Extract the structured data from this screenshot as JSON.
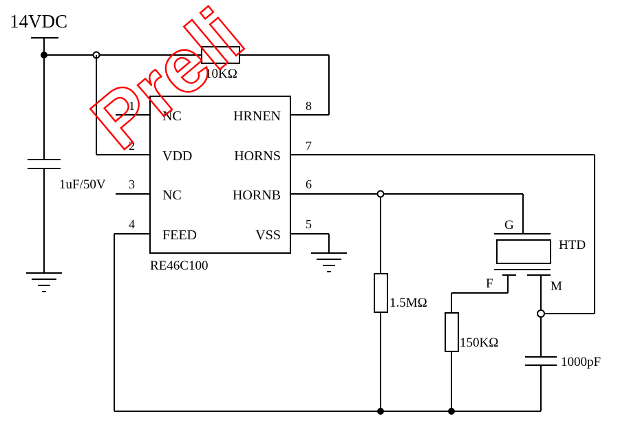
{
  "supply": {
    "label": "14VDC"
  },
  "ic": {
    "name": "RE46C100",
    "pins": [
      {
        "num": "1",
        "name": "NC"
      },
      {
        "num": "2",
        "name": "VDD"
      },
      {
        "num": "3",
        "name": "NC"
      },
      {
        "num": "4",
        "name": "FEED"
      },
      {
        "num": "5",
        "name": "VSS"
      },
      {
        "num": "6",
        "name": "HORNB"
      },
      {
        "num": "7",
        "name": "HORNS"
      },
      {
        "num": "8",
        "name": "HRNEN"
      }
    ]
  },
  "components": {
    "r_top": "10KΩ",
    "c_supply": "1uF/50V",
    "r_bias": "1.5MΩ",
    "r_feed": "150KΩ",
    "c_out": "1000pF",
    "transducer": "HTD",
    "htd_g": "G",
    "htd_f": "F",
    "htd_m": "M"
  },
  "watermark": "Preli",
  "colors": {
    "wire": "#000000",
    "watermark": "#ff0000"
  }
}
